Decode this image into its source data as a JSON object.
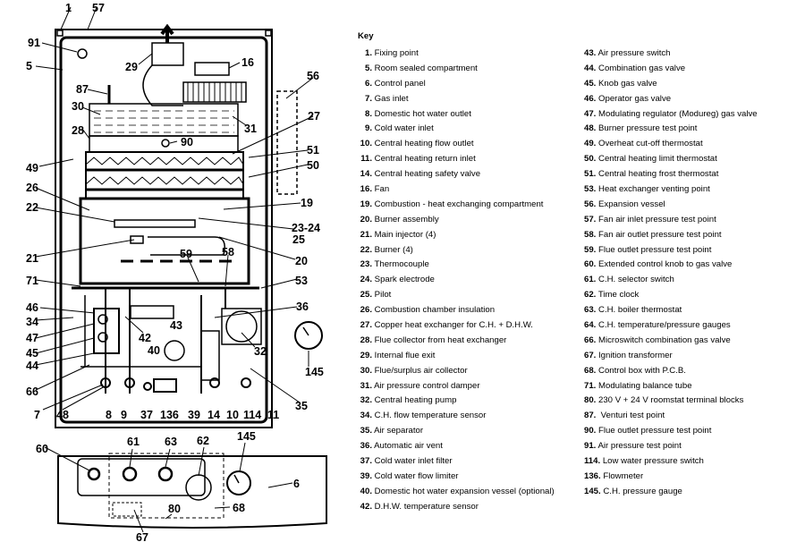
{
  "diagram": {
    "callouts": [
      "1",
      "57",
      "91",
      "5",
      "29",
      "16",
      "56",
      "87",
      "30",
      "27",
      "31",
      "28",
      "90",
      "51",
      "49",
      "50",
      "26",
      "19",
      "22",
      "23-24",
      "25",
      "21",
      "20",
      "59",
      "58",
      "71",
      "53",
      "46",
      "36",
      "34",
      "42",
      "43",
      "47",
      "32",
      "40",
      "45",
      "145",
      "44",
      "66",
      "35",
      "7",
      "48",
      "8",
      "9",
      "37",
      "136",
      "39",
      "14",
      "10",
      "114",
      "11"
    ],
    "panel_callouts": [
      "60",
      "61",
      "63",
      "62",
      "145",
      "6",
      "68",
      "80",
      "67"
    ]
  },
  "key": {
    "title": "Key",
    "col1": [
      {
        "n": "1.",
        "t": "Fixing point"
      },
      {
        "n": "5.",
        "t": "Room sealed compartment"
      },
      {
        "n": "6.",
        "t": "Control panel"
      },
      {
        "n": "7.",
        "t": "Gas inlet"
      },
      {
        "n": "8.",
        "t": "Domestic hot water outlet"
      },
      {
        "n": "9.",
        "t": "Cold water inlet"
      },
      {
        "n": "10.",
        "t": "Central heating flow outlet"
      },
      {
        "n": "11.",
        "t": "Central heating return inlet"
      },
      {
        "n": "14.",
        "t": "Central heating safety valve"
      },
      {
        "n": "16.",
        "t": "Fan"
      },
      {
        "n": "19.",
        "t": "Combustion - heat exchanging compartment"
      },
      {
        "n": "20.",
        "t": "Burner assembly"
      },
      {
        "n": "21.",
        "t": "Main injector (4)"
      },
      {
        "n": "22.",
        "t": "Burner (4)"
      },
      {
        "n": "23.",
        "t": "Thermocouple"
      },
      {
        "n": "24.",
        "t": "Spark electrode"
      },
      {
        "n": "25.",
        "t": "Pilot"
      },
      {
        "n": "26.",
        "t": "Combustion chamber insulation"
      },
      {
        "n": "27.",
        "t": "Copper heat exchanger for C.H. + D.H.W."
      },
      {
        "n": "28.",
        "t": "Flue collector from heat exchanger"
      },
      {
        "n": "29.",
        "t": "Internal flue exit"
      },
      {
        "n": "30.",
        "t": "Flue/surplus air collector"
      },
      {
        "n": "31.",
        "t": "Air pressure control damper"
      },
      {
        "n": "32.",
        "t": "Central heating pump"
      },
      {
        "n": "34.",
        "t": "C.H. flow temperature sensor"
      },
      {
        "n": "35.",
        "t": "Air separator"
      },
      {
        "n": "36.",
        "t": "Automatic air vent"
      },
      {
        "n": "37.",
        "t": "Cold water inlet filter"
      },
      {
        "n": "39.",
        "t": "Cold water flow limiter"
      },
      {
        "n": "40.",
        "t": "Domestic hot water expansion vessel (optional)"
      },
      {
        "n": "42.",
        "t": "D.H.W. temperature sensor"
      }
    ],
    "col2": [
      {
        "n": "43.",
        "t": "Air pressure switch"
      },
      {
        "n": "44.",
        "t": "Combination gas valve"
      },
      {
        "n": "45.",
        "t": "Knob gas valve"
      },
      {
        "n": "46.",
        "t": "Operator gas valve"
      },
      {
        "n": "47.",
        "t": "Modulating regulator (Modureg) gas valve"
      },
      {
        "n": "48.",
        "t": "Burner pressure test point"
      },
      {
        "n": "49.",
        "t": "Overheat cut-off thermostat"
      },
      {
        "n": "50.",
        "t": "Central heating limit thermostat"
      },
      {
        "n": "51.",
        "t": "Central heating frost thermostat"
      },
      {
        "n": "53.",
        "t": "Heat exchanger venting point"
      },
      {
        "n": "56.",
        "t": "Expansion vessel"
      },
      {
        "n": "57.",
        "t": "Fan air inlet pressure test point"
      },
      {
        "n": "58.",
        "t": "Fan air outlet pressure test point"
      },
      {
        "n": "59.",
        "t": "Flue outlet pressure test point"
      },
      {
        "n": "60.",
        "t": "Extended control knob to gas valve"
      },
      {
        "n": "61.",
        "t": "C.H. selector switch"
      },
      {
        "n": "62.",
        "t": "Time clock"
      },
      {
        "n": "63.",
        "t": "C.H. boiler thermostat"
      },
      {
        "n": "64.",
        "t": "C.H. temperature/pressure gauges"
      },
      {
        "n": "66.",
        "t": "Microswitch combination gas valve"
      },
      {
        "n": "67.",
        "t": "Ignition transformer"
      },
      {
        "n": "68.",
        "t": "Control box with P.C.B."
      },
      {
        "n": "71.",
        "t": "Modulating balance tube"
      },
      {
        "n": "80.",
        "t": "230 V + 24 V roomstat terminal blocks"
      },
      {
        "n": "87.",
        "t": " Venturi test point"
      },
      {
        "n": "90.",
        "t": "Flue outlet pressure test point"
      },
      {
        "n": "91.",
        "t": "Air pressure test point"
      },
      {
        "n": "114.",
        "t": "Low water pressure switch"
      },
      {
        "n": "136.",
        "t": "Flowmeter"
      },
      {
        "n": "145.",
        "t": "C.H. pressure gauge"
      }
    ]
  }
}
